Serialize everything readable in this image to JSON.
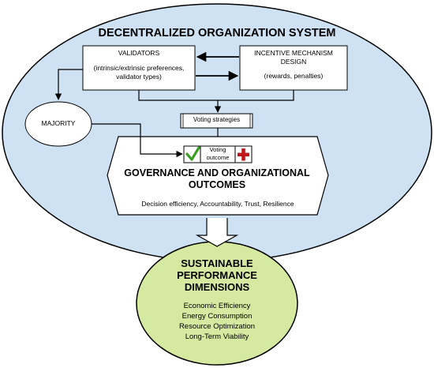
{
  "system": {
    "title": "DECENTRALIZED ORGANIZATION SYSTEM"
  },
  "validators": {
    "title": "VALIDATORS",
    "detail": "(intrinsic/extrinsic preferences, validator types)"
  },
  "incentive": {
    "title": "INCENTIVE MECHANISM DESIGN",
    "detail": "(rewards, penalties)"
  },
  "majority": {
    "label": "MAJORITY"
  },
  "voting_strategies": {
    "label": "Voting strategies"
  },
  "voting_outcome": {
    "label": "Voting outcome"
  },
  "governance": {
    "title": "GOVERNANCE AND ORGANIZATIONAL OUTCOMES",
    "detail": "Decision efficiency, Accountability, Trust, Resilience"
  },
  "sustainable": {
    "title": "SUSTAINABLE PERFORMANCE DIMENSIONS",
    "items": [
      "Economic Efficiency",
      "Energy Consumption",
      "Resource Optimization",
      "Long-Term Viability"
    ]
  },
  "colors": {
    "outer_fill": "#cfe2f3",
    "green_fill": "#d6e9a0",
    "check": "#3a9d23",
    "cross": "#c0151b",
    "line": "#000000"
  },
  "icons": [
    "check-icon",
    "cross-icon"
  ]
}
